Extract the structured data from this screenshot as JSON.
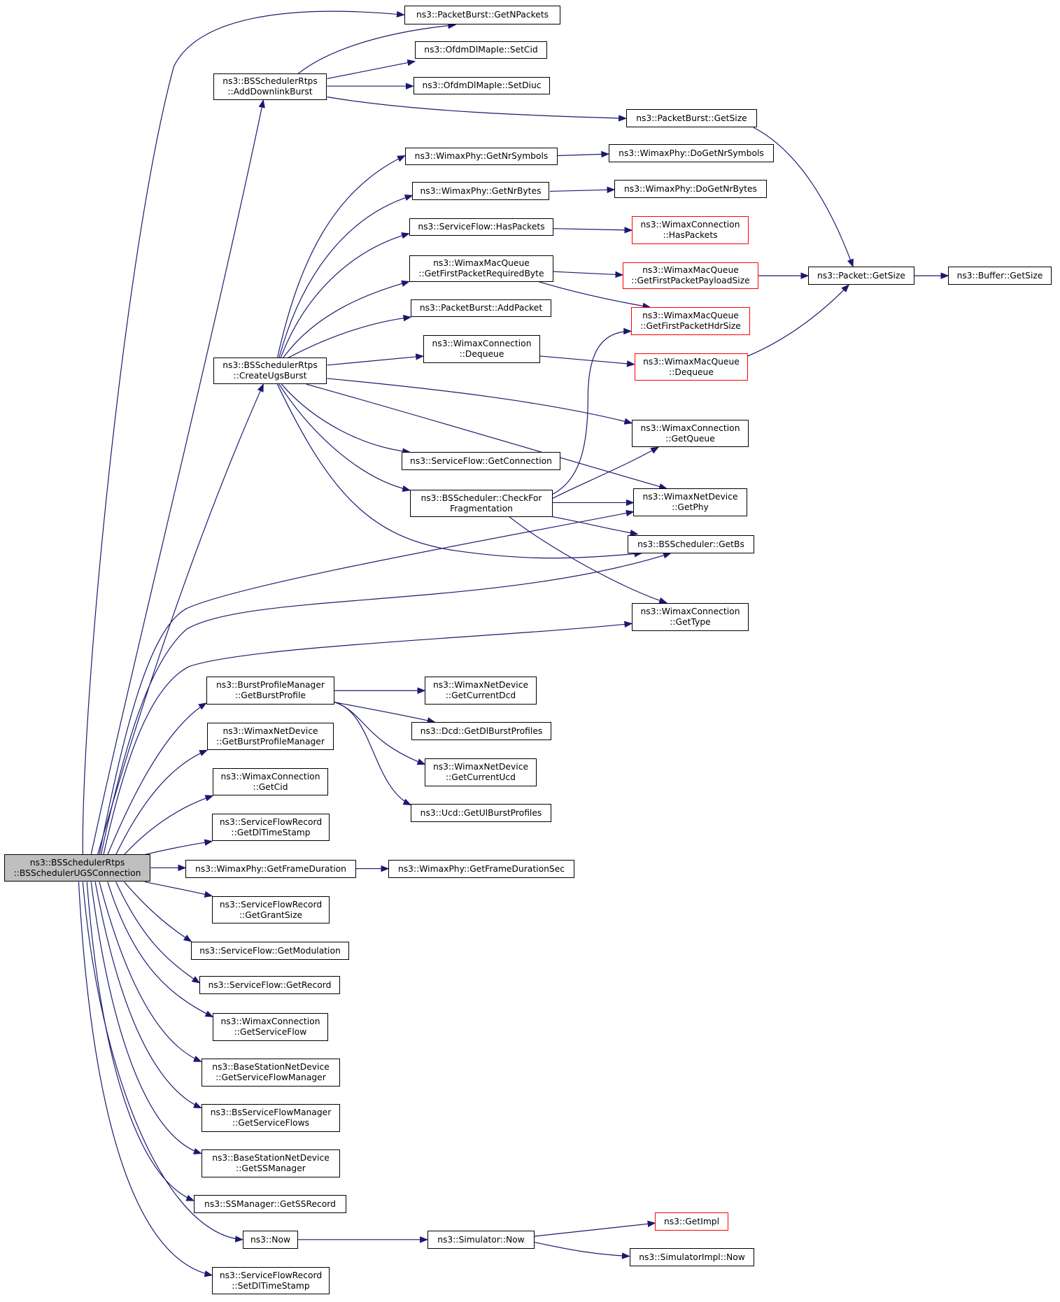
{
  "colors": {
    "edge": "#191970",
    "node_border": "#000000",
    "truncated_border": "#ff0000",
    "root_fill": "#bfbfbf"
  },
  "nodes": {
    "root": [
      "ns3::BSSchedulerRtps",
      "::BSSchedulerUGSConnection"
    ],
    "add_downlink_burst": [
      "ns3::BSSchedulerRtps",
      "::AddDownlinkBurst"
    ],
    "packetburst_getnpackets": [
      "ns3::PacketBurst::GetNPackets"
    ],
    "ofdmdlmapie_setcid": [
      "ns3::OfdmDlMapIe::SetCid"
    ],
    "ofdmdlmapie_setdiuc": [
      "ns3::OfdmDlMapIe::SetDiuc"
    ],
    "packetburst_getsize": [
      "ns3::PacketBurst::GetSize"
    ],
    "wimaxphy_getnrsymbols": [
      "ns3::WimaxPhy::GetNrSymbols"
    ],
    "wimaxphy_dogetnrsymbols": [
      "ns3::WimaxPhy::DoGetNrSymbols"
    ],
    "wimaxphy_getnrbytes": [
      "ns3::WimaxPhy::GetNrBytes"
    ],
    "wimaxphy_dogetnrbytes": [
      "ns3::WimaxPhy::DoGetNrBytes"
    ],
    "serviceflow_haspackets": [
      "ns3::ServiceFlow::HasPackets"
    ],
    "wimaxconnection_haspackets": [
      "ns3::WimaxConnection",
      "::HasPackets"
    ],
    "wimaxmacqueue_getfirstpacketrequiredbyte": [
      "ns3::WimaxMacQueue",
      "::GetFirstPacketRequiredByte"
    ],
    "wimaxmacqueue_getfirstpacketpayloadsize": [
      "ns3::WimaxMacQueue",
      "::GetFirstPacketPayloadSize"
    ],
    "packet_getsize": [
      "ns3::Packet::GetSize"
    ],
    "buffer_getsize": [
      "ns3::Buffer::GetSize"
    ],
    "packetburst_addpacket": [
      "ns3::PacketBurst::AddPacket"
    ],
    "wimaxmacqueue_getfirstpackethdrsize": [
      "ns3::WimaxMacQueue",
      "::GetFirstPacketHdrSize"
    ],
    "wimaxconnection_dequeue": [
      "ns3::WimaxConnection",
      "::Dequeue"
    ],
    "wimaxmacqueue_dequeue": [
      "ns3::WimaxMacQueue",
      "::Dequeue"
    ],
    "create_ugs_burst": [
      "ns3::BSSchedulerRtps",
      "::CreateUgsBurst"
    ],
    "wimaxconnection_getqueue": [
      "ns3::WimaxConnection",
      "::GetQueue"
    ],
    "serviceflow_getconnection": [
      "ns3::ServiceFlow::GetConnection"
    ],
    "bsscheduler_checkforfragmentation": [
      "ns3::BSScheduler::CheckFor",
      "Fragmentation"
    ],
    "wimaxnetdevice_getphy": [
      "ns3::WimaxNetDevice",
      "::GetPhy"
    ],
    "bsscheduler_getbs": [
      "ns3::BSScheduler::GetBs"
    ],
    "wimaxconnection_gettype": [
      "ns3::WimaxConnection",
      "::GetType"
    ],
    "burstprofilemanager_getburstprofile": [
      "ns3::BurstProfileManager",
      "::GetBurstProfile"
    ],
    "wimaxnetdevice_getcurrentdcd": [
      "ns3::WimaxNetDevice",
      "::GetCurrentDcd"
    ],
    "dcd_getdlburstprofiles": [
      "ns3::Dcd::GetDlBurstProfiles"
    ],
    "wimaxnetdevice_getcurrentucd": [
      "ns3::WimaxNetDevice",
      "::GetCurrentUcd"
    ],
    "ucd_getulburstprofiles": [
      "ns3::Ucd::GetUlBurstProfiles"
    ],
    "wimaxnetdevice_getburstprofilemanager": [
      "ns3::WimaxNetDevice",
      "::GetBurstProfileManager"
    ],
    "wimaxconnection_getcid": [
      "ns3::WimaxConnection",
      "::GetCid"
    ],
    "serviceflowrecord_getdltimestamp": [
      "ns3::ServiceFlowRecord",
      "::GetDlTimeStamp"
    ],
    "wimaxphy_getframeduration": [
      "ns3::WimaxPhy::GetFrameDuration"
    ],
    "wimaxphy_getframedurationsec": [
      "ns3::WimaxPhy::GetFrameDurationSec"
    ],
    "serviceflowrecord_getgrantsize": [
      "ns3::ServiceFlowRecord",
      "::GetGrantSize"
    ],
    "serviceflow_getmodulation": [
      "ns3::ServiceFlow::GetModulation"
    ],
    "serviceflow_getrecord": [
      "ns3::ServiceFlow::GetRecord"
    ],
    "wimaxconnection_getserviceflow": [
      "ns3::WimaxConnection",
      "::GetServiceFlow"
    ],
    "basestationnetdevice_getserviceflowmanager": [
      "ns3::BaseStationNetDevice",
      "::GetServiceFlowManager"
    ],
    "bsserviceflowmanager_getserviceflows": [
      "ns3::BsServiceFlowManager",
      "::GetServiceFlows"
    ],
    "basestationnetdevice_getssmanager": [
      "ns3::BaseStationNetDevice",
      "::GetSSManager"
    ],
    "ssmanager_getssrecord": [
      "ns3::SSManager::GetSSRecord"
    ],
    "ns3_now": [
      "ns3::Now"
    ],
    "simulator_now": [
      "ns3::Simulator::Now"
    ],
    "ns3_getimpl": [
      "ns3::GetImpl"
    ],
    "simulatorimpl_now": [
      "ns3::SimulatorImpl::Now"
    ],
    "serviceflowrecord_setdltimestamp": [
      "ns3::ServiceFlowRecord",
      "::SetDlTimeStamp"
    ]
  }
}
